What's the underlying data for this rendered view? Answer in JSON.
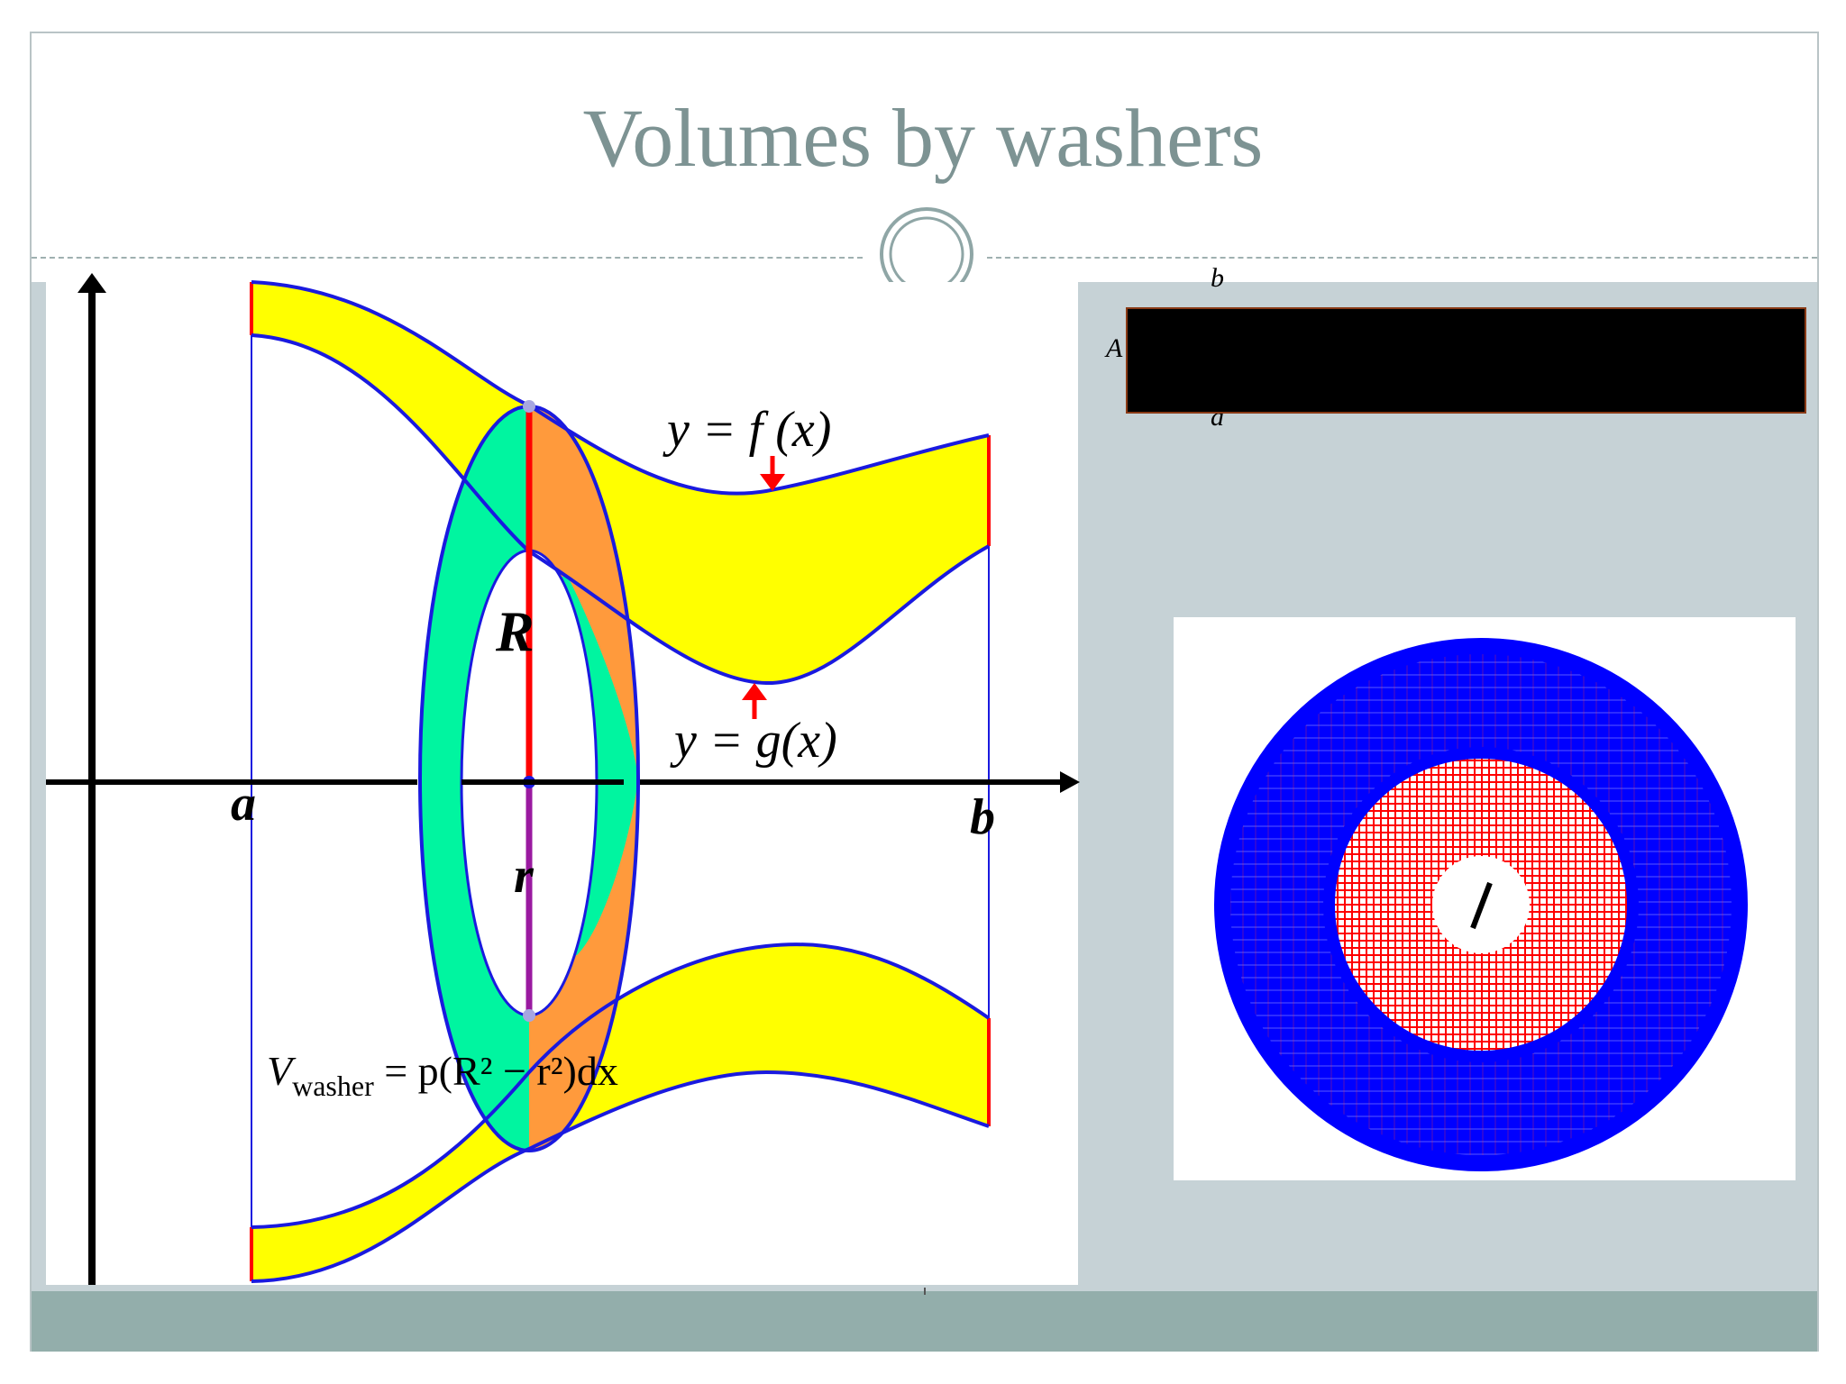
{
  "slide": {
    "title": "Volumes by washers"
  },
  "diagram": {
    "labels": {
      "f_label": "y = f (x)",
      "g_label": "y = g(x)",
      "R": "R",
      "r": "r",
      "a": "a",
      "b": "b"
    },
    "volume_formula": {
      "v": "V",
      "sub": "washer",
      "rest": " = p(R² − r²)dx"
    }
  },
  "formula_box_fragments": {
    "upper_limit": "b",
    "lower_limit": "a",
    "left_char": "A"
  },
  "colors": {
    "title": "#7d9393",
    "content_background": "#c6d2d6",
    "footer_bar": "#93aeab",
    "region_fill": "#ffff00",
    "curve_stroke": "#1a1adf",
    "washer_green": "#00f5a0",
    "washer_orange": "#ff9a3c",
    "radius_red": "#ff0000",
    "radius_purple": "#9a1aa0",
    "ring_blue": "#0000ff",
    "ring_red": "#ff0000"
  }
}
